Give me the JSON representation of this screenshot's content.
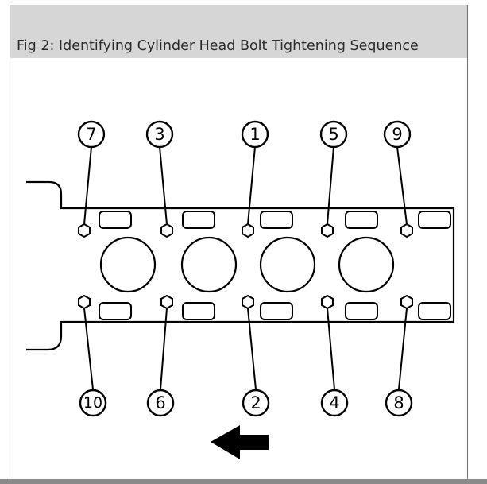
{
  "figure": {
    "caption": "Fig 2: Identifying Cylinder Head Bolt Tightening Sequence"
  },
  "callouts": {
    "top": [
      "7",
      "3",
      "1",
      "5",
      "9"
    ],
    "bottom": [
      "10",
      "6",
      "2",
      "4",
      "8"
    ]
  },
  "colors": {
    "caption_bar": "#d6d6d6",
    "line": "#000000",
    "background": "#ffffff"
  }
}
